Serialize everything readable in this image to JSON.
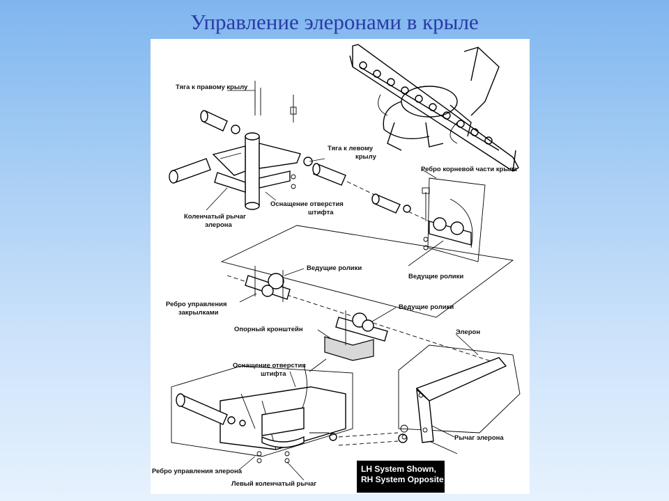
{
  "slide": {
    "title": "Управление элеронами в крыле"
  },
  "diagram": {
    "labels": {
      "pull_rod_right": "Тяга к правому крылу",
      "pull_rod_left_1": "Тяга к левому",
      "pull_rod_left_2": "крылу",
      "root_rib": "Ребро корневой части крыла",
      "pin_hole_fitting_1_a": "Оснащение отверстия",
      "pin_hole_fitting_1_b": "штифта",
      "bellcrank_1": "Коленчатый рычаг",
      "bellcrank_2": "элерона",
      "drive_rollers_1": "Ведущие ролики",
      "drive_rollers_2": "Ведущие ролики",
      "drive_rollers_3": "Ведущие ролики",
      "flap_rib_1": "Ребро управления",
      "flap_rib_2": "закрылками",
      "support_bracket": "Опорный кронштейн",
      "aileron": "Элерон",
      "pin_hole_fitting_2_a": "Оснащение отверстия",
      "pin_hole_fitting_2_b": "штифта",
      "aileron_lever": "Рычаг элерона",
      "aileron_rib": "Ребро управления элерона",
      "left_bellcrank": "Левый коленчатый рычаг"
    },
    "legend": {
      "line1": "LH System Shown,",
      "line2": "RH System Opposite"
    }
  }
}
